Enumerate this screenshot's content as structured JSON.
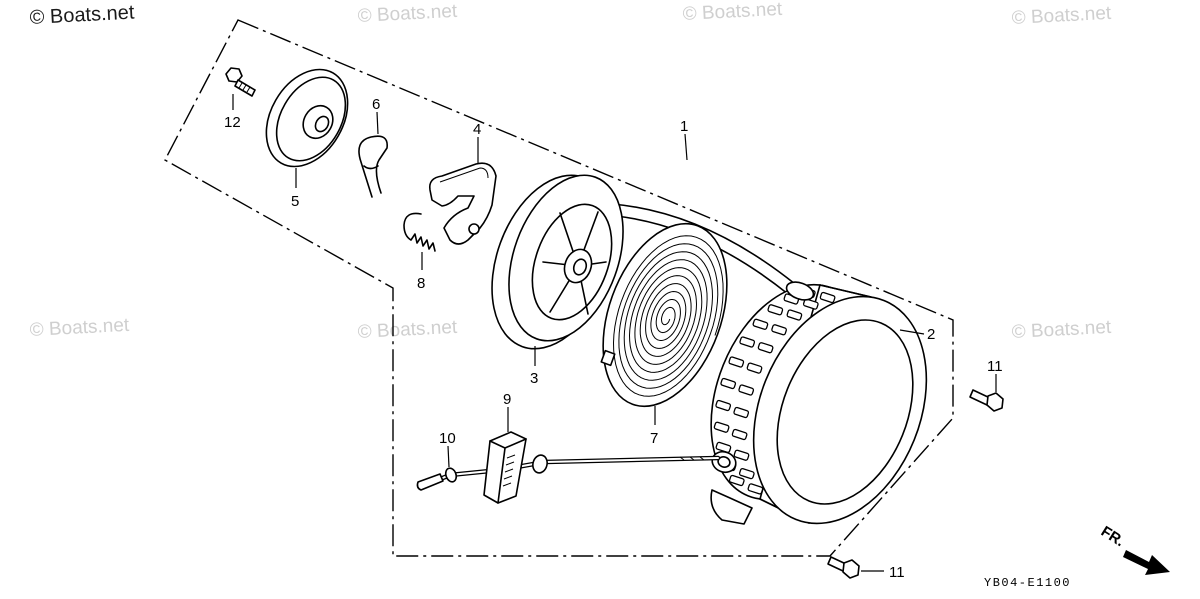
{
  "watermarks": [
    "© Boats.net",
    "© Boats.net",
    "© Boats.net",
    "© Boats.net",
    "© Boats.net",
    "© Boats.net",
    "© Boats.net"
  ],
  "callouts": [
    "1",
    "2",
    "3",
    "4",
    "5",
    "6",
    "7",
    "8",
    "9",
    "10",
    "11",
    "11",
    "12"
  ],
  "direction_label": "FR.",
  "drawing_code": "YB04-E1100",
  "colors": {
    "line": "#000000",
    "watermark": "#cfcfcf",
    "watermark_primary": "#1a1a1a"
  }
}
